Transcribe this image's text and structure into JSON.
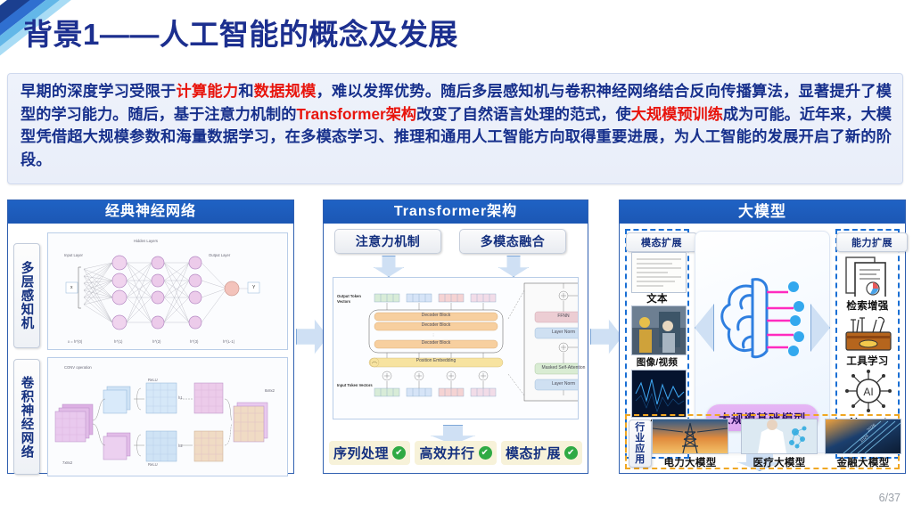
{
  "slide": {
    "title": "背景1——人工智能的概念及发展",
    "page_number": "6/37",
    "accent_color": "#1c2f8f",
    "header_blue": "#1f62c4",
    "highlight_red": "#e8140c"
  },
  "paragraph": {
    "seg1": "早期的深度学习受限于",
    "hl1": "计算能力",
    "seg2": "和",
    "hl2": "数据规模",
    "seg3": "，难以发挥优势。随后多层感知机与卷积神经网络结合反向传播算法，显著提升了模型的学习能力。随后，基于注意力机制的",
    "hl3": "Transformer架构",
    "seg4": "改变了自然语言处理的范式，使",
    "hl4": "大规模预训练",
    "seg5": "成为可能。近年来，大模型凭借超大规模参数和海量数据学习，在多模态学习、推理和通用人工智能方向取得重要进展，为人工智能的发展开启了新的阶段。"
  },
  "panel1": {
    "header": "经典神经网络",
    "vertical_labels": [
      "多层感知机",
      "卷积神经网络"
    ],
    "mlp_diagram": {
      "labels": [
        "Input Layer",
        "Hidden Layers",
        "Output Layer"
      ],
      "math": [
        "x = h^(0)",
        "h^(1)",
        "h^(2)",
        "h^(3)",
        "h^(L-1)"
      ],
      "output_var": "Y",
      "input_var": "x"
    },
    "cnn_diagram": {
      "labels": [
        "CONV operation",
        "ReLU",
        "ReLU"
      ],
      "shapes": [
        "7x8x2",
        "h1",
        "h2",
        "8x8x2"
      ]
    }
  },
  "panel2": {
    "header": "Transformer架构",
    "top_tags": [
      "注意力机制",
      "多模态融合"
    ],
    "diagram": {
      "output_label": "Output Token Vectors",
      "input_label": "Input Token Vectors",
      "decoder_blocks": [
        "Decoder Block",
        "Decoder Block",
        "Decoder Block"
      ],
      "position_embedding": "Position Embedding",
      "detail_blocks": [
        "FFNN",
        "Layer Norm",
        "Masked Self-Attention",
        "Layer Norm"
      ]
    },
    "bottom_chips": [
      {
        "label": "序列处理",
        "check": "✔"
      },
      {
        "label": "高效并行",
        "check": "✔"
      },
      {
        "label": "模态扩展",
        "check": "✔"
      }
    ]
  },
  "panel3": {
    "header": "大模型",
    "left_column": {
      "label": "模态扩展",
      "items": [
        "文本",
        "图像/视频",
        "音频"
      ]
    },
    "right_column": {
      "label": "能力扩展",
      "items": [
        "检索增强",
        "工具学习",
        "AI agent"
      ]
    },
    "center": {
      "pill": "大规模基础模型",
      "icon": "brain-network-icon"
    },
    "bottom": {
      "label": "行业应用",
      "items": [
        "电力大模型",
        "医疗大模型",
        "金融大模型"
      ]
    }
  }
}
